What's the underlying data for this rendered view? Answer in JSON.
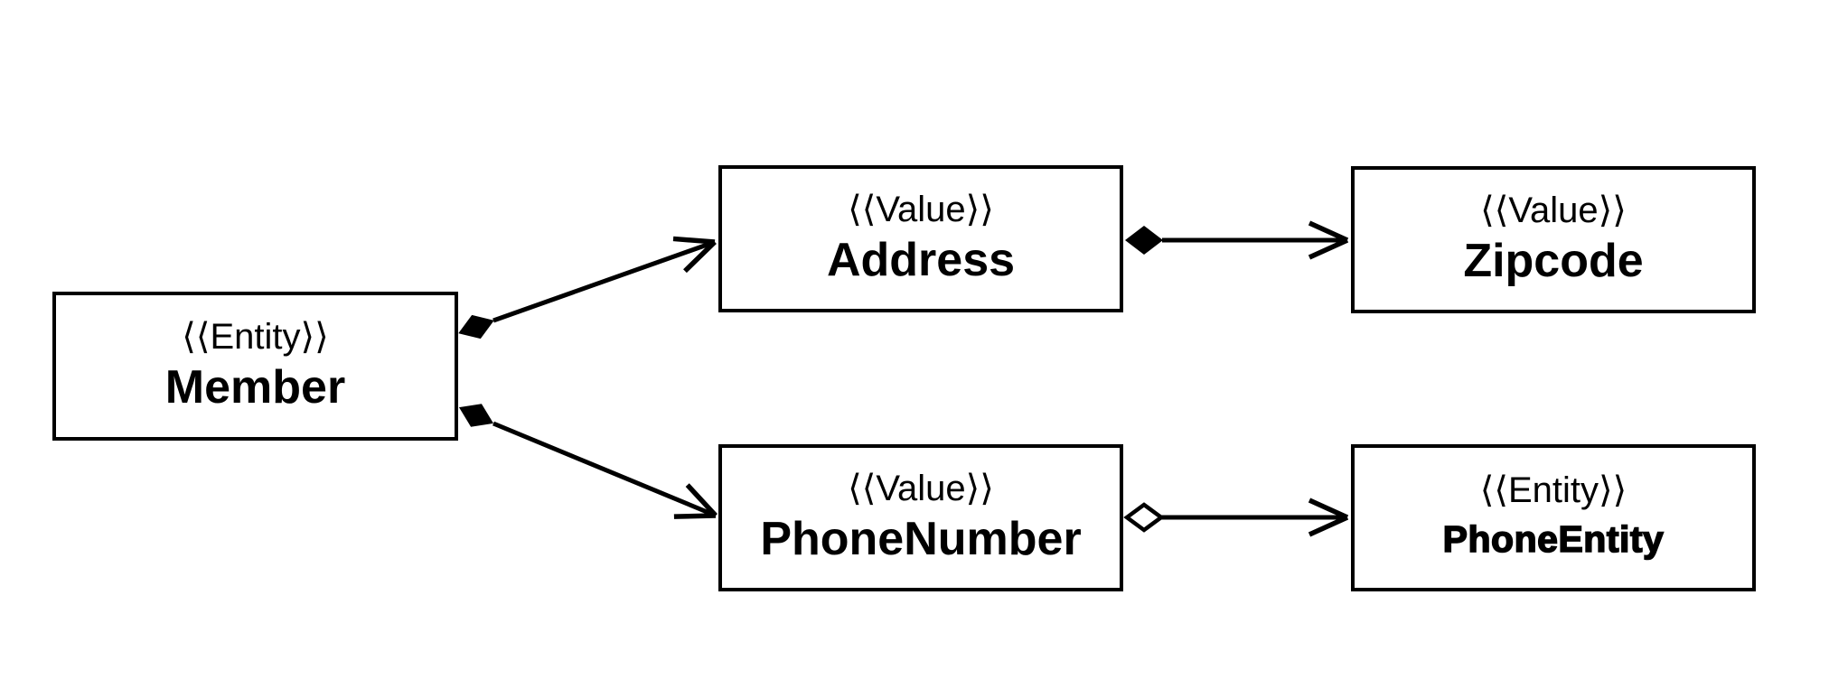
{
  "diagram": {
    "type": "uml-class-diagram",
    "colors": {
      "background": "#ffffff",
      "stroke": "#000000",
      "text": "#000000"
    },
    "nodes": [
      {
        "id": "member",
        "stereotype": "⟨⟨Entity⟩⟩",
        "name": "Member"
      },
      {
        "id": "address",
        "stereotype": "⟨⟨Value⟩⟩",
        "name": "Address"
      },
      {
        "id": "zipcode",
        "stereotype": "⟨⟨Value⟩⟩",
        "name": "Zipcode"
      },
      {
        "id": "phonenumber",
        "stereotype": "⟨⟨Value⟩⟩",
        "name": "PhoneNumber"
      },
      {
        "id": "phoneentity",
        "stereotype": "⟨⟨Entity⟩⟩",
        "name": "PhoneEntity"
      }
    ],
    "edges": [
      {
        "from": "Member",
        "to": "Address",
        "relation": "composition",
        "source_decoration": "filled-diamond",
        "target_decoration": "open-arrow"
      },
      {
        "from": "Member",
        "to": "PhoneNumber",
        "relation": "composition",
        "source_decoration": "filled-diamond",
        "target_decoration": "open-arrow"
      },
      {
        "from": "Address",
        "to": "Zipcode",
        "relation": "composition",
        "source_decoration": "filled-diamond",
        "target_decoration": "open-arrow"
      },
      {
        "from": "PhoneNumber",
        "to": "PhoneEntity",
        "relation": "aggregation",
        "source_decoration": "hollow-diamond",
        "target_decoration": "open-arrow"
      }
    ]
  }
}
